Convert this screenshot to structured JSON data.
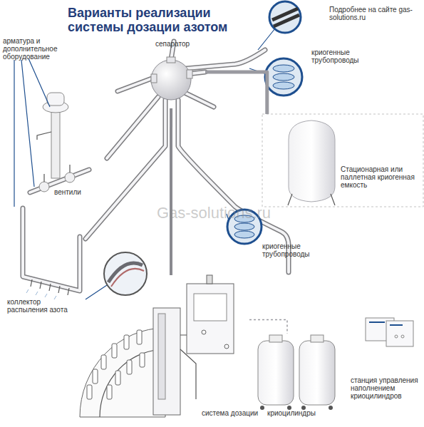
{
  "diagram": {
    "title": "Варианты реализации системы дозации азотом",
    "nodes": [
      {
        "text": [
          "сепаратор"
        ]
      },
      {
        "text": [
          "Стационарная или паллетная криогенная емкость"
        ]
      },
      {
        "text": [
          "вентили"
        ]
      },
      {
        "text": [
          "коллектор распыления азота"
        ]
      },
      {
        "text": [
          "система дозации"
        ]
      },
      {
        "text": [
          "криоцилиндры"
        ]
      },
      {
        "text": [
          "станция управления наполнением криоцилиндров"
        ]
      }
    ],
    "edges": [
      {
        "from": 0,
        "to": 1,
        "arrow": "none"
      },
      {
        "from": 0,
        "to": 4,
        "arrow": "none"
      },
      {
        "from": 4,
        "to": 5,
        "arrow": "none"
      }
    ],
    "labels": [
      "Подробнее на сайте gas-solutions.ru",
      "арматура и дополнительное оборудование",
      "криогенные трубопроводы",
      "криогенные трубопроводы",
      "Gas-solutions.ru"
    ]
  }
}
